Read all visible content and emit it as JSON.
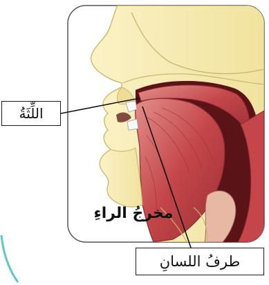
{
  "labels": {
    "gums": "اللِّثَةُ",
    "tongue_tip": "طرفُ اللسانِ",
    "articulation_point": "مخرجُ الراءِ"
  },
  "colors": {
    "skin": "#f6eab0",
    "skin_outline": "#c8b870",
    "muscle": "#c4464a",
    "muscle_dark": "#8e2a30",
    "muscle_light": "#e08a86",
    "cavity": "#5a1418",
    "panel_border": "#555555",
    "accent_teal": "#5ec6c6"
  }
}
